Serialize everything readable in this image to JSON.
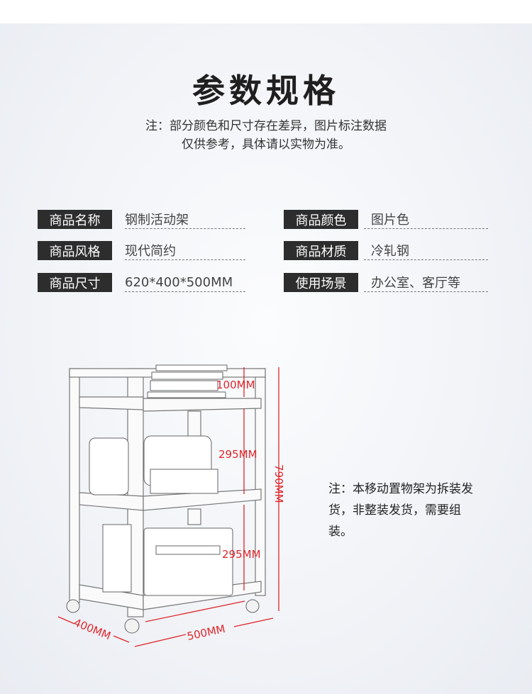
{
  "title": "参数规格",
  "note_line1": "注：部分颜色和尺寸存在差异，图片标注数据",
  "note_line2": "仅供参考，具体请以实物为准。",
  "specs": [
    {
      "label": "商品名称",
      "value": "钢制活动架"
    },
    {
      "label": "商品颜色",
      "value": "图片色"
    },
    {
      "label": "商品风格",
      "value": "现代简约"
    },
    {
      "label": "商品材质",
      "value": "冷轧钢"
    },
    {
      "label": "商品尺寸",
      "value": "620*400*500MM"
    },
    {
      "label": "使用场景",
      "value": "办公室、客厅等"
    }
  ],
  "dimensions": {
    "top": "100MM",
    "mid": "295MM",
    "bottom": "295MM",
    "height": "790MM",
    "depth": "400MM",
    "width": "500MM"
  },
  "side_note": "注：本移动置物架为拆装发货，非整装发货，需要组装。",
  "colors": {
    "label_bg": "#2d2d2d",
    "dimension": "#e0262b"
  }
}
